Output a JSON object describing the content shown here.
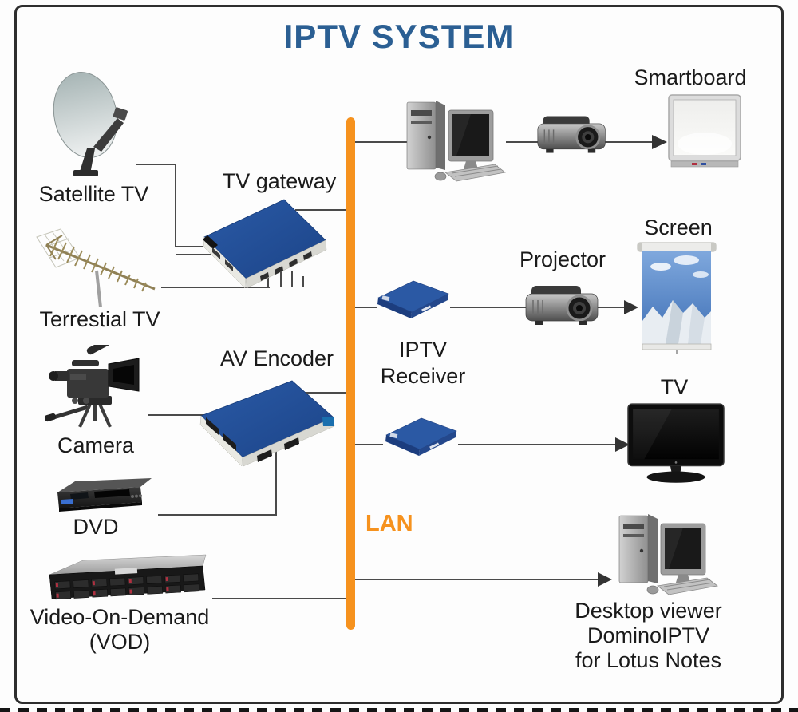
{
  "title": "IPTV SYSTEM",
  "lan": {
    "label": "LAN"
  },
  "colors": {
    "title_blue": "#2B5F93",
    "lan_orange": "#F6921E",
    "device_blue": "#2450A0",
    "connector_gray": "#4a4a4a"
  },
  "nodes": {
    "satellite_tv": {
      "label": "Satellite TV",
      "icon": "satellite-dish-icon"
    },
    "terrestrial_tv": {
      "label": "Terrestial TV",
      "icon": "tv-antenna-icon"
    },
    "tv_gateway": {
      "label": "TV gateway",
      "icon": "rack-device-icon"
    },
    "camera": {
      "label": "Camera",
      "icon": "video-camera-icon"
    },
    "av_encoder": {
      "label": "AV Encoder",
      "icon": "rack-device-icon"
    },
    "dvd": {
      "label": "DVD",
      "icon": "dvd-player-icon"
    },
    "vod": {
      "label_line1": "Video-On-Demand",
      "label_line2": "(VOD)",
      "icon": "server-icon"
    },
    "iptv_receiver": {
      "label_line1": "IPTV",
      "label_line2": "Receiver",
      "icon": "set-top-box-icon"
    },
    "workstation": {
      "icon": "desktop-computer-icon"
    },
    "smartboard": {
      "label": "Smartboard",
      "icon": "smartboard-icon"
    },
    "projector": {
      "label": "Projector",
      "icon": "projector-icon"
    },
    "screen": {
      "label": "Screen",
      "icon": "projection-screen-icon"
    },
    "tv": {
      "label": "TV",
      "icon": "flatscreen-tv-icon"
    },
    "desktop_viewer": {
      "label_line1": "Desktop viewer",
      "label_line2": "DominoIPTV",
      "label_line3": "for Lotus Notes",
      "icon": "desktop-computer-icon"
    }
  },
  "connections": [
    "Satellite TV - TV gateway",
    "Terrestial TV - TV gateway",
    "TV gateway - LAN",
    "Camera - AV Encoder",
    "DVD - AV Encoder",
    "AV Encoder - LAN",
    "Video-On-Demand (VOD) - LAN",
    "LAN - computer - projector - Smartboard",
    "LAN - IPTV Receiver - Projector - Screen",
    "LAN - IPTV Receiver - TV",
    "LAN - Desktop viewer DominoIPTV for Lotus Notes"
  ]
}
